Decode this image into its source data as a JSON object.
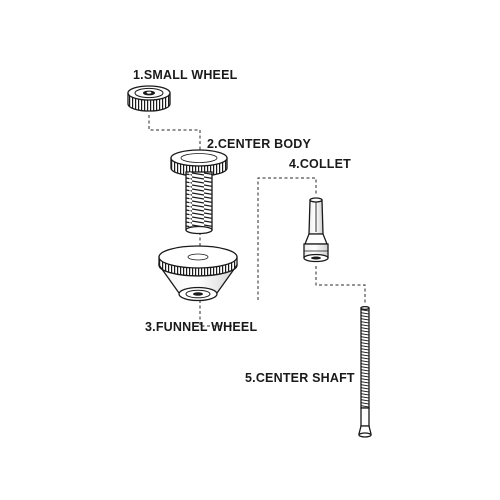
{
  "labels": {
    "small_wheel": "1.SMALL WHEEL",
    "center_body": "2.CENTER BODY",
    "funnel_wheel": "3.FUNNEL WHEEL",
    "collet": "4.COLLET",
    "center_shaft": "5.CENTER SHAFT"
  },
  "colors": {
    "ink": "#1a1a1a",
    "background": "#ffffff",
    "shading": "#d8d8d8"
  }
}
